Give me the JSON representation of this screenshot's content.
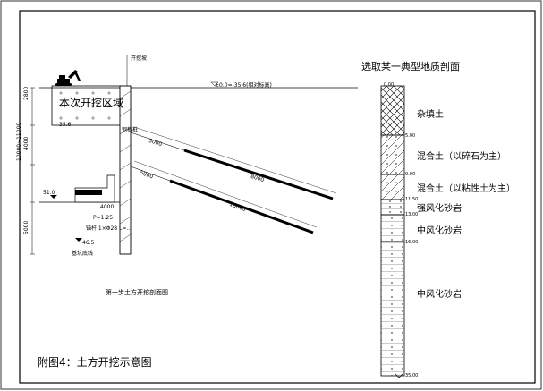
{
  "section": {
    "zone_label": "本次开挖区域",
    "step_title": "第一步土方开挖剖面图",
    "surface_label": "±0.0=-35.6(相对标高)",
    "crest_label": "开挖坡",
    "pile_label": "钢板桩",
    "dims_left": [
      "2800",
      "4000",
      "10000~11000",
      "5000"
    ],
    "nail_upper_len": "8000",
    "nail_lower_len": "16000",
    "nail_upper_top": "5000",
    "nail_lower_top": "5000",
    "elev_1": "35.6",
    "elev_2": "51.0",
    "elev_3": "46.5",
    "note_1": "P=1.25",
    "note_2": "锚杆 1×Φ28 L=...",
    "note_bottom": "基坑底线",
    "dim_bottom": "4000"
  },
  "figure_caption": "附图4：土方开挖示意图",
  "geology": {
    "title": "选取某一典型地质剖面",
    "depths": [
      "0.00",
      "5.00",
      "9.00",
      "11.50",
      "13.00",
      "16.00",
      "35.00"
    ],
    "layers": [
      {
        "label": "杂填土"
      },
      {
        "label": "混合土（以碎石为主）"
      },
      {
        "label": "混合土（以粘性土为主）"
      },
      {
        "label": "强风化砂岩"
      },
      {
        "label": "中风化砂岩"
      },
      {
        "label": "中风化砂岩"
      }
    ]
  }
}
